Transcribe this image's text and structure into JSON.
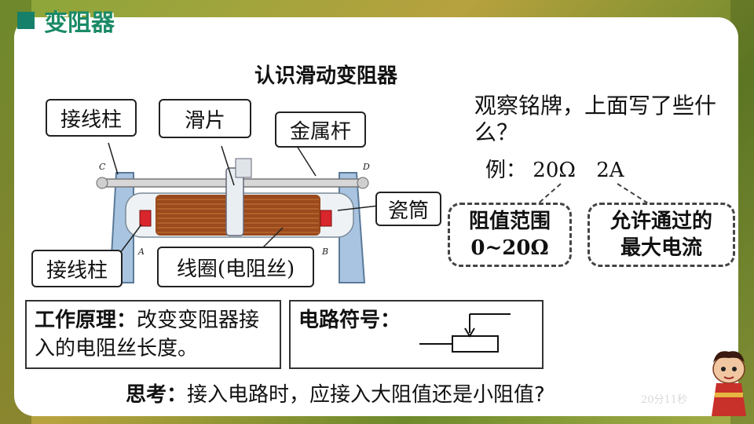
{
  "slide": {
    "section_title": "变阻器",
    "heading": "认识滑动变阻器"
  },
  "diagram": {
    "labels": {
      "binding_post_top": "接线柱",
      "slider": "滑片",
      "metal_rod": "金属杆",
      "porcelain_tube": "瓷筒",
      "binding_post_bottom": "接线柱",
      "coil": "线圈(电阻丝)"
    },
    "terminals": {
      "c": "C",
      "d": "D",
      "a": "A",
      "b": "B"
    },
    "colors": {
      "coil": "#9a4a1c",
      "frame": "#a9c4e0",
      "post": "#d8262c"
    }
  },
  "nameplate": {
    "question": "观察铭牌，上面写了些什么？",
    "example_prefix": "例：",
    "resistance_value": "20Ω",
    "current_value": "2A",
    "resistance_box": {
      "line1": "阻值范围",
      "line2": "0~20Ω"
    },
    "current_box": {
      "line1": "允许通过的",
      "line2": "最大电流"
    }
  },
  "principle": {
    "label": "工作原理：",
    "text": "改变变阻器接入的电阻丝长度。"
  },
  "symbol": {
    "label": "电路符号："
  },
  "thinking": {
    "label": "思考：",
    "text": "接入电路时，应接入大阻值还是小阻值?"
  },
  "timer": "20分11秒"
}
